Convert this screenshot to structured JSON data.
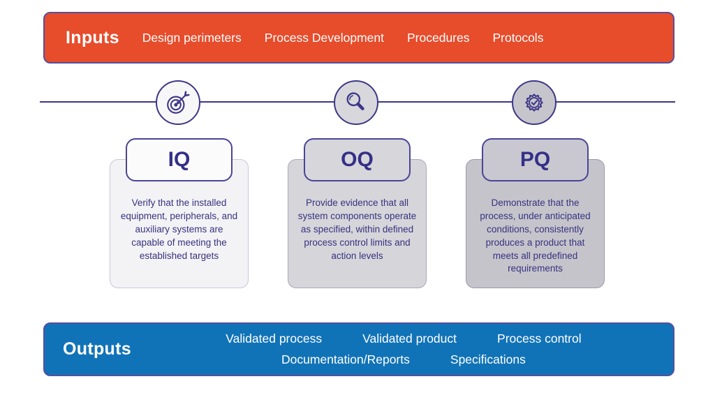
{
  "colors": {
    "inputs_banner_bg": "#e74c2b",
    "outputs_banner_bg": "#1173b7",
    "accent_purple": "#3d3787",
    "text_purple": "#37327f"
  },
  "inputs_banner": {
    "title": "Inputs",
    "items": [
      "Design perimeters",
      "Process Development",
      "Procedures",
      "Protocols"
    ]
  },
  "stages": [
    {
      "code": "IQ",
      "icon": "target-dart-icon",
      "description": "Verify that the installed equipment, peripherals, and auxiliary systems are capable of meeting the established targets"
    },
    {
      "code": "OQ",
      "icon": "magnifying-glass-icon",
      "description": "Provide evidence that all system components operate as specified, within defined process control limits and action levels"
    },
    {
      "code": "PQ",
      "icon": "badge-check-icon",
      "description": "Demonstrate that the process, under anticipated conditions, consistently produces a product that meets all predefined requirements"
    }
  ],
  "outputs_banner": {
    "title": "Outputs",
    "rows": [
      [
        "Validated process",
        "Validated product",
        "Process control"
      ],
      [
        "Documentation/Reports",
        "Specifications"
      ]
    ]
  }
}
